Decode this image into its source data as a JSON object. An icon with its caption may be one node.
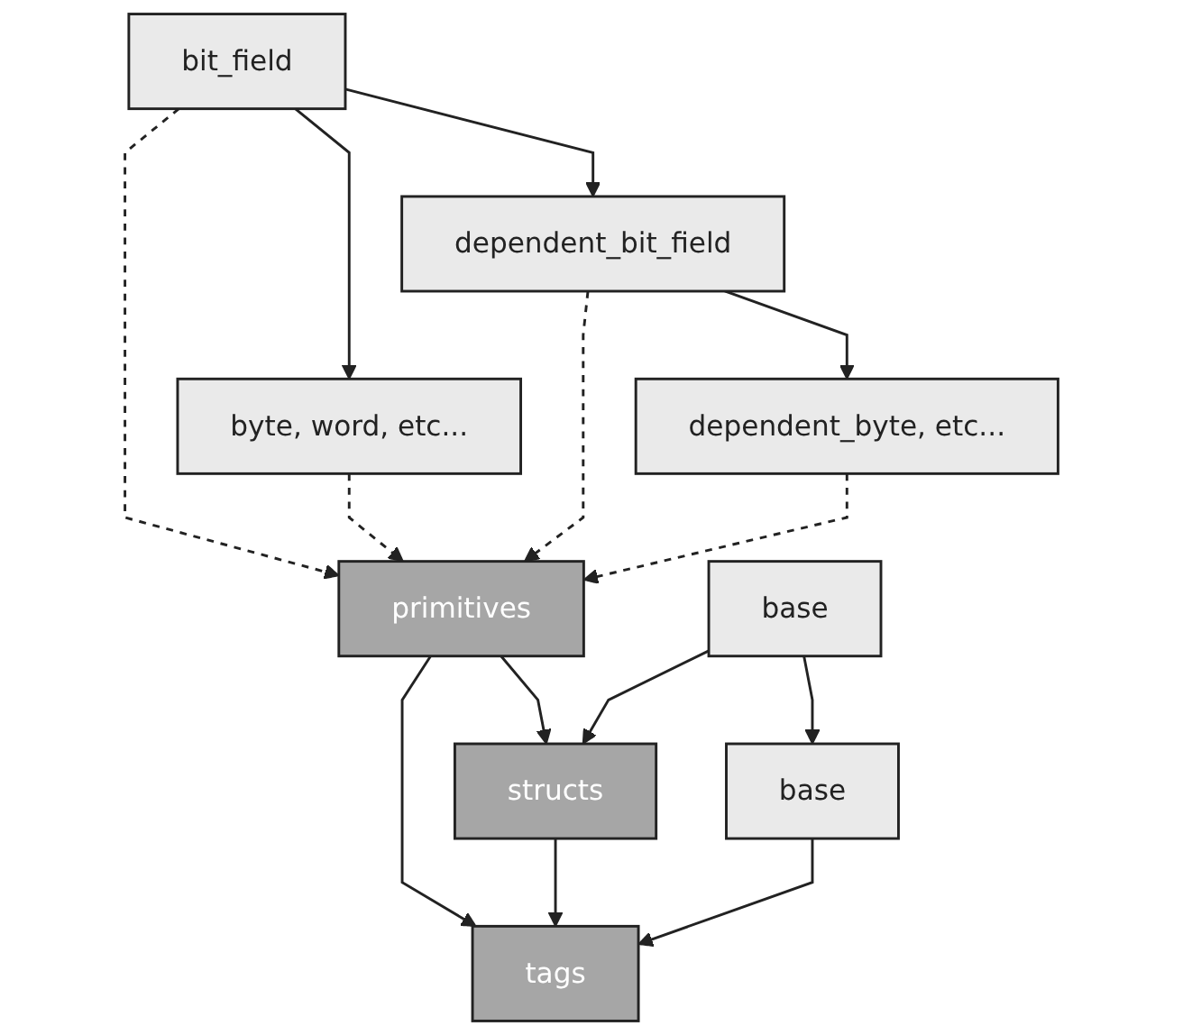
{
  "diagram": {
    "nodes": [
      {
        "text": [
          "bit_field"
        ]
      },
      {
        "text": [
          "byte, word, etc..."
        ]
      },
      {
        "text": [
          "primitives"
        ]
      },
      {
        "text": [
          "dependent_bit_field"
        ]
      },
      {
        "text": [
          "dependent_byte, etc..."
        ]
      },
      {
        "text": [
          "base"
        ]
      },
      {
        "text": [
          "structs"
        ]
      },
      {
        "text": [
          "base"
        ]
      },
      {
        "text": [
          "tags"
        ]
      }
    ],
    "edges": [
      {
        "from": 0,
        "to": 1,
        "arrow": "to"
      },
      {
        "from": 0,
        "to": 2,
        "arrow": "to",
        "style": "dashed"
      },
      {
        "from": 1,
        "to": 2,
        "arrow": "to",
        "style": "dashed"
      },
      {
        "from": 0,
        "to": 3,
        "arrow": "to"
      },
      {
        "from": 3,
        "to": 2,
        "arrow": "to",
        "style": "dashed"
      },
      {
        "from": 3,
        "to": 4,
        "arrow": "to"
      },
      {
        "from": 4,
        "to": 2,
        "arrow": "to",
        "style": "dashed"
      },
      {
        "from": 2,
        "to": 6,
        "arrow": "to"
      },
      {
        "from": 2,
        "to": 8,
        "arrow": "to"
      },
      {
        "from": 5,
        "to": 6,
        "arrow": "to"
      },
      {
        "from": 5,
        "to": 7,
        "arrow": "to"
      },
      {
        "from": 6,
        "to": 8,
        "arrow": "to"
      },
      {
        "from": 7,
        "to": 8,
        "arrow": "to"
      }
    ]
  }
}
